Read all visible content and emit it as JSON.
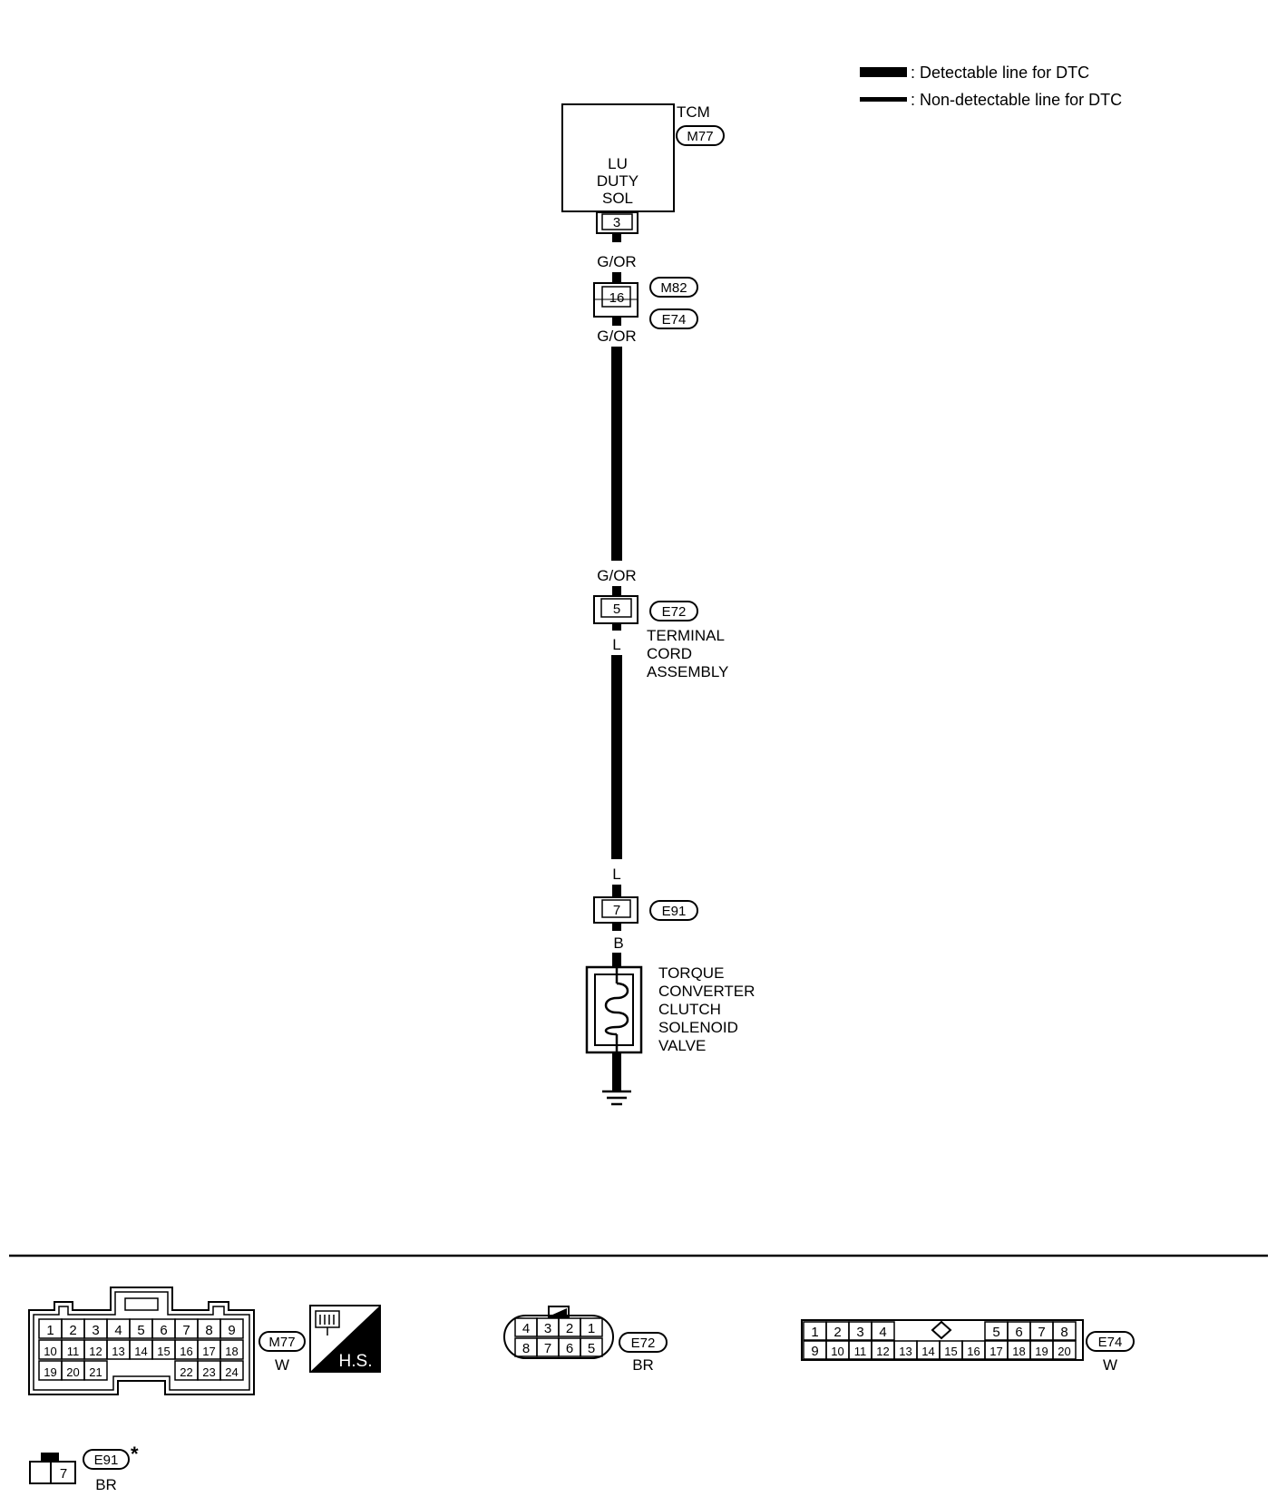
{
  "legend": {
    "detectable": ": Detectable line for DTC",
    "non_detectable": ": Non-detectable line for DTC"
  },
  "tcm": {
    "name": "TCM",
    "connector": "M77",
    "label_lines": [
      "LU",
      "DUTY",
      "SOL"
    ],
    "terminal": "3"
  },
  "wires": {
    "g_or_1": "G/OR",
    "g_or_2": "G/OR",
    "g_or_3": "G/OR",
    "l_1": "L",
    "l_2": "L",
    "b": "B"
  },
  "joint": {
    "terminal": "16",
    "connector_top": "M82",
    "connector_bottom": "E74"
  },
  "terminal_cord": {
    "terminal": "5",
    "connector": "E72",
    "label_lines": [
      "TERMINAL",
      "CORD",
      "ASSEMBLY"
    ]
  },
  "solenoid_conn": {
    "terminal": "7",
    "connector": "E91"
  },
  "solenoid": {
    "label_lines": [
      "TORQUE",
      "CONVERTER",
      "CLUTCH",
      "SOLENOID",
      "VALVE"
    ]
  },
  "connectors": {
    "m77": {
      "id": "M77",
      "color": "W",
      "rows": [
        [
          "1",
          "2",
          "3",
          "4",
          "5",
          "6",
          "7",
          "8",
          "9"
        ],
        [
          "10",
          "11",
          "12",
          "13",
          "14",
          "15",
          "16",
          "17",
          "18"
        ],
        [
          "19",
          "20",
          "21",
          "22",
          "23",
          "24"
        ]
      ],
      "hs": "H.S."
    },
    "e72": {
      "id": "E72",
      "color": "BR",
      "rows": [
        [
          "4",
          "3",
          "2",
          "1"
        ],
        [
          "8",
          "7",
          "6",
          "5"
        ]
      ]
    },
    "e74": {
      "id": "E74",
      "color": "W",
      "rows": [
        [
          "1",
          "2",
          "3",
          "4",
          "5",
          "6",
          "7",
          "8"
        ],
        [
          "9",
          "10",
          "11",
          "12",
          "13",
          "14",
          "15",
          "16",
          "17",
          "18",
          "19",
          "20"
        ]
      ]
    },
    "e91": {
      "id": "E91",
      "asterisk": "*",
      "color": "BR",
      "pin": "7"
    }
  }
}
